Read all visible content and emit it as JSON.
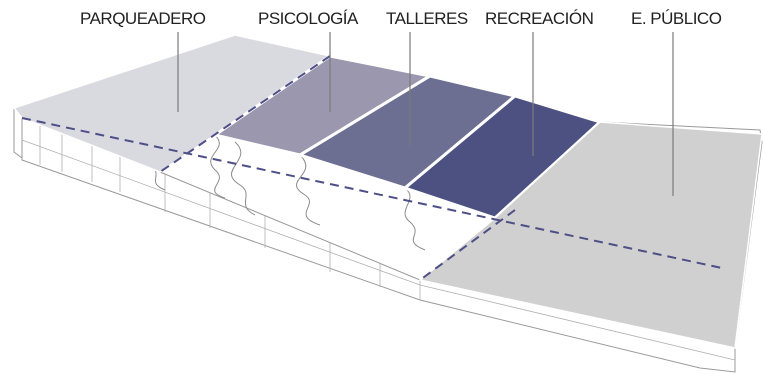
{
  "zones": [
    {
      "id": "parqueadero",
      "label": "PARQUEADERO",
      "color": "#d9d9e0"
    },
    {
      "id": "psicologia",
      "label": "PSICOLOGÍA",
      "color": "#9b97ae"
    },
    {
      "id": "talleres",
      "label": "TALLERES",
      "color": "#6d6f92"
    },
    {
      "id": "recreacion",
      "label": "RECREACIÓN",
      "color": "#4c5181"
    },
    {
      "id": "espacio-publico",
      "label": "E. PÚBLICO",
      "color": "#d0d0d0"
    }
  ],
  "colors": {
    "leader_line": "#7a7a7a",
    "dashed_line": "#4d4f86",
    "edge_line": "#9a9a9a",
    "terrain_side": "#ffffff"
  }
}
